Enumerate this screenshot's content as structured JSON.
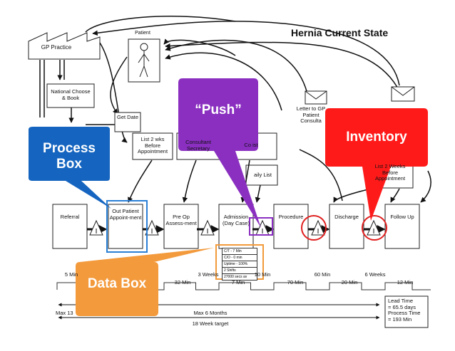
{
  "title": "Hernia Current State",
  "patient_label": "Patient",
  "gp_practice": "GP Practice",
  "national_choose_book": "National Choose & Book",
  "get_date": "Get Date",
  "list_2wks": "List 2 wks Before Appointment",
  "consultant_secretary": "Consultant Secretary",
  "consultant_partial": "Co      ist",
  "daily_list_partial": "aily List",
  "letter_partial": "Letter to GP Patient Consulta",
  "list_2weeks_right": "List 2 Weeks Before Appointment",
  "annotations": {
    "process_box": "Process Box",
    "push": "“Push”",
    "inventory": "Inventory",
    "data_box": "Data Box"
  },
  "process_steps": [
    {
      "id": "referral",
      "label": "Referral"
    },
    {
      "id": "outpatient",
      "label": "Out Patient Appoint-ment"
    },
    {
      "id": "preop",
      "label": "Pre Op Assess-ment"
    },
    {
      "id": "admission",
      "label": "Admission (Day Case)"
    },
    {
      "id": "procedure",
      "label": "Procedure"
    },
    {
      "id": "discharge",
      "label": "Discharge"
    },
    {
      "id": "followup",
      "label": "Follow Up"
    }
  ],
  "inventory_marker": "I",
  "data_box_rows": [
    "C/T - 7 Min",
    "C/O - 0 min",
    "Uptime - 100%",
    "2 Shifts",
    "27000 secs av"
  ],
  "timeline_waits": [
    "5 Min",
    "3 Weeks",
    "10 Min",
    "60 Min",
    "6 Weeks"
  ],
  "timeline_process": [
    "32 Min",
    "7 Min",
    "70 Min",
    "20 Min",
    "12 Min"
  ],
  "max_left": "Max 13",
  "max_6_months": "Max 6 Months",
  "week_target": "18 Week target",
  "summary": {
    "line1": "Lead Time",
    "line2": "= 65.5 days",
    "line3": "Process Time",
    "line4": "= 193 Min"
  },
  "colors": {
    "process_box": "#1565c0",
    "push": "#8a2fc0",
    "inventory": "#ff1a1a",
    "data_box": "#f39a3c",
    "highlight_process": "#2a7fd4",
    "highlight_push": "#8a2fc0",
    "highlight_inventory": "#e02020",
    "highlight_data": "#f29a3a"
  }
}
